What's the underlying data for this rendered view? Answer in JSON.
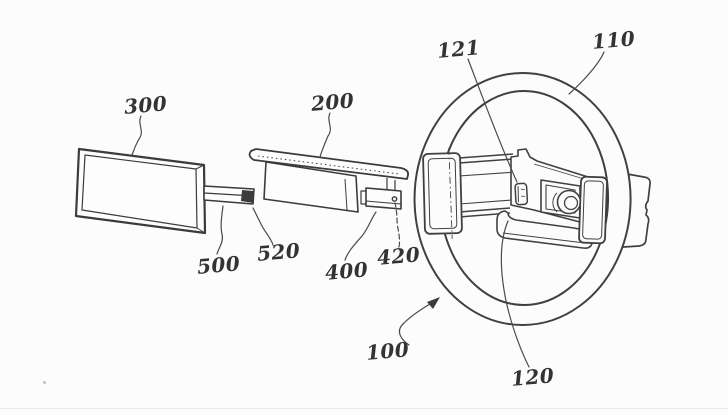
{
  "figure": {
    "kind": "patent-line-drawing",
    "colors": {
      "background": "#fcfcfc",
      "line": "#404040",
      "leader": "#4a4a4a",
      "label": "#333333"
    }
  },
  "labels": {
    "l100": "100",
    "l110": "110",
    "l120": "120",
    "l121": "121",
    "l200": "200",
    "l300": "300",
    "l400": "400",
    "l420": "420",
    "l500": "500",
    "l520": "520"
  }
}
